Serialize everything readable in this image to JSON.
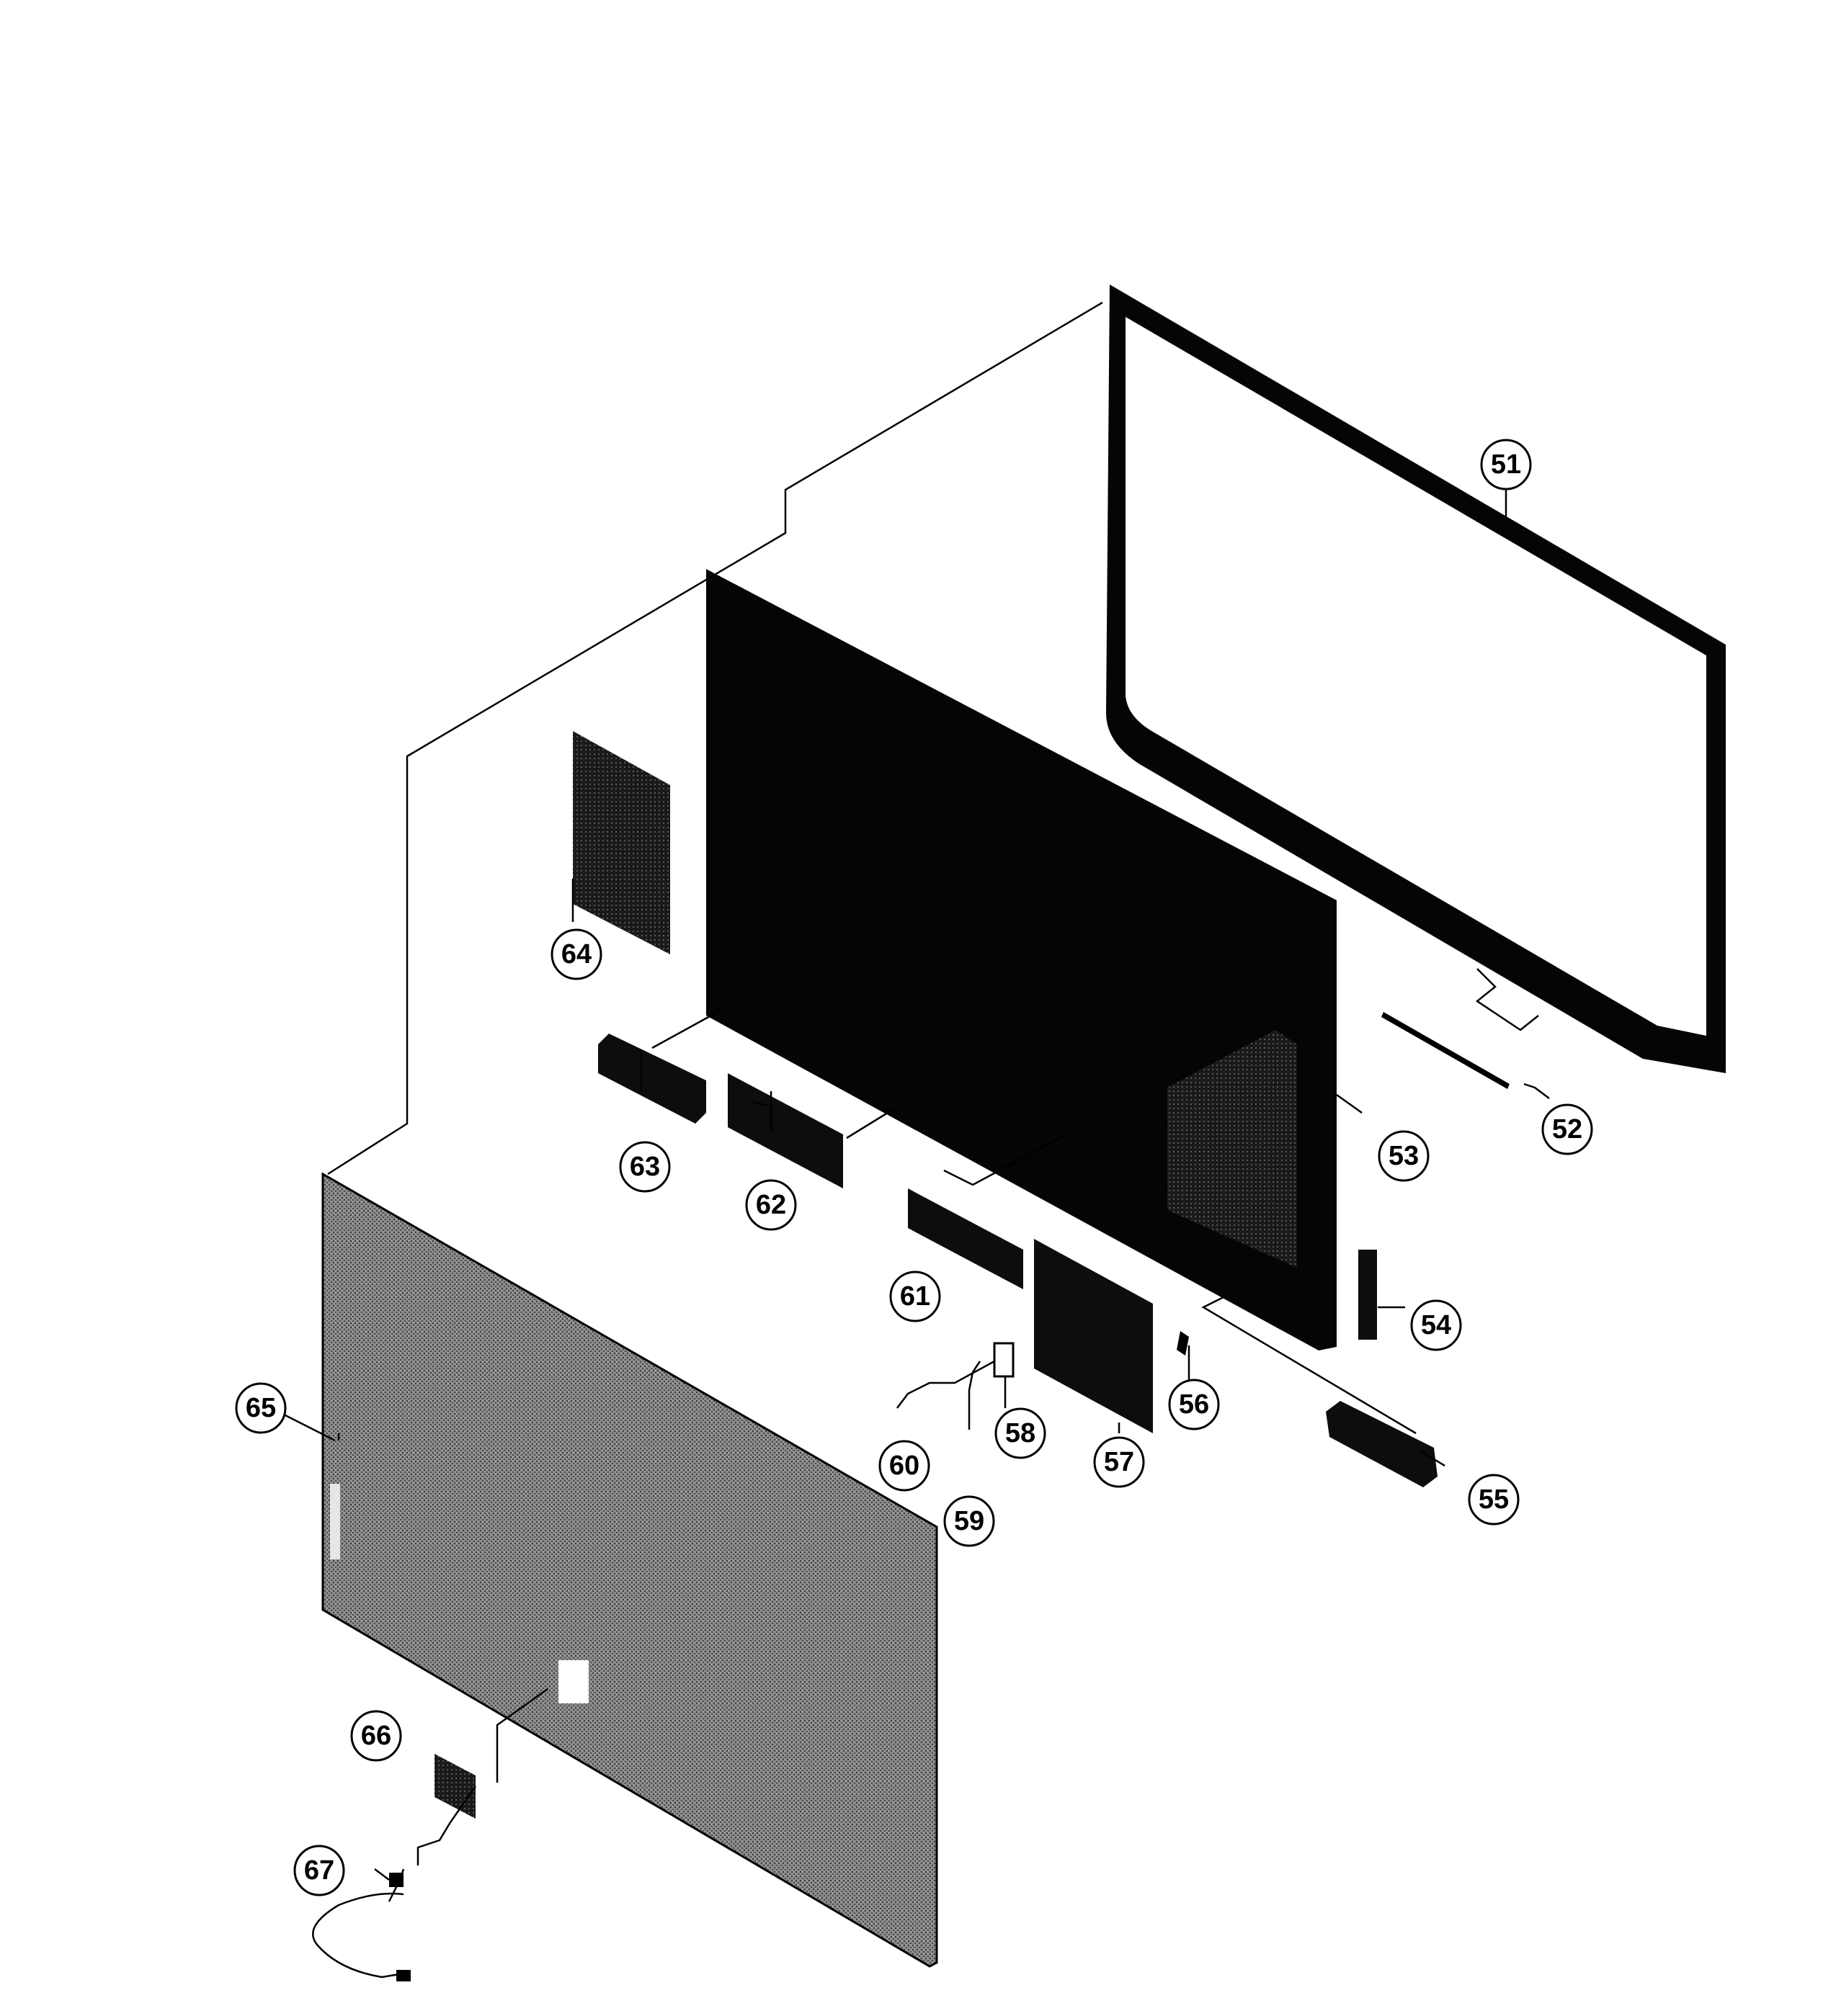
{
  "callouts": {
    "p51": "51",
    "p52": "52",
    "p53": "53",
    "p54": "54",
    "p55": "55",
    "p56": "56",
    "p57": "57",
    "p58": "58",
    "p59": "59",
    "p60": "60",
    "p61": "61",
    "p62": "62",
    "p63": "63",
    "p64": "64",
    "p65": "65",
    "p66": "66",
    "p67": "67"
  },
  "colors": {
    "ink": "#000000",
    "panel_dark": "#0a0a0a",
    "back_cover": "#7a7a7a",
    "paper": "#ffffff"
  }
}
